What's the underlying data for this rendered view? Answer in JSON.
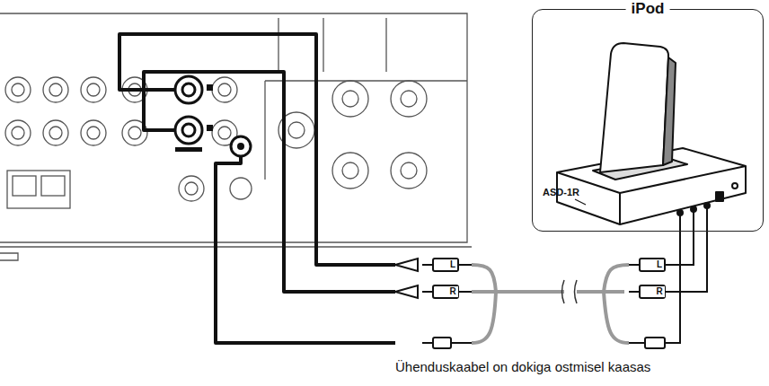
{
  "diagram": {
    "nodes": [
      {
        "text": [
          "iPod"
        ]
      }
    ],
    "labels": [
      "ASD-1R",
      "L",
      "R",
      "L",
      "R",
      "Ühenduskaabel on dokiga ostmisel kaasas"
    ]
  }
}
